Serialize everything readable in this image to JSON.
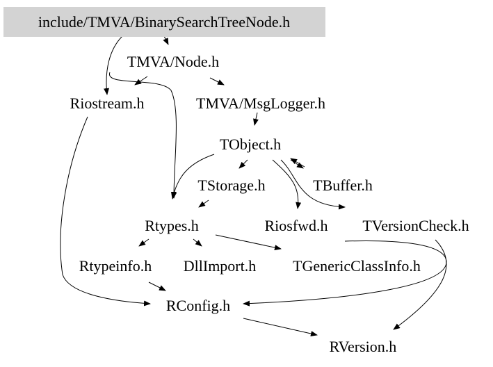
{
  "graph": {
    "root": "include/TMVA/BinarySearchTreeNode.h",
    "nodes": {
      "root": "include/TMVA/BinarySearchTreeNode.h",
      "node": "TMVA/Node.h",
      "riostream": "Riostream.h",
      "msglogger": "TMVA/MsgLogger.h",
      "tobject": "TObject.h",
      "tstorage": "TStorage.h",
      "tbuffer": "TBuffer.h",
      "rtypes": "Rtypes.h",
      "riosfwd": "Riosfwd.h",
      "tversioncheck": "TVersionCheck.h",
      "rtypeinfo": "Rtypeinfo.h",
      "dllimport": "DllImport.h",
      "tgenericclassinfo": "TGenericClassInfo.h",
      "rconfig": "RConfig.h",
      "rversion": "RVersion.h"
    },
    "edges": [
      [
        "root",
        "node"
      ],
      [
        "root",
        "riostream"
      ],
      [
        "node",
        "riostream"
      ],
      [
        "node",
        "msglogger"
      ],
      [
        "node",
        "rtypes"
      ],
      [
        "msglogger",
        "tobject"
      ],
      [
        "tobject",
        "tstorage"
      ],
      [
        "tobject",
        "tbuffer"
      ],
      [
        "tobject",
        "rtypes"
      ],
      [
        "tobject",
        "riosfwd"
      ],
      [
        "tobject",
        "tversioncheck"
      ],
      [
        "tbuffer",
        "tobject"
      ],
      [
        "tstorage",
        "rtypes"
      ],
      [
        "riostream",
        "rconfig"
      ],
      [
        "rtypes",
        "rtypeinfo"
      ],
      [
        "rtypes",
        "dllimport"
      ],
      [
        "rtypes",
        "tgenericclassinfo"
      ],
      [
        "rtypeinfo",
        "rconfig"
      ],
      [
        "riosfwd",
        "rconfig"
      ],
      [
        "tversioncheck",
        "rversion"
      ],
      [
        "rconfig",
        "rversion"
      ]
    ],
    "colors": {
      "root_fill": "#d3d3d3",
      "edge": "#000000",
      "text": "#000000"
    }
  }
}
